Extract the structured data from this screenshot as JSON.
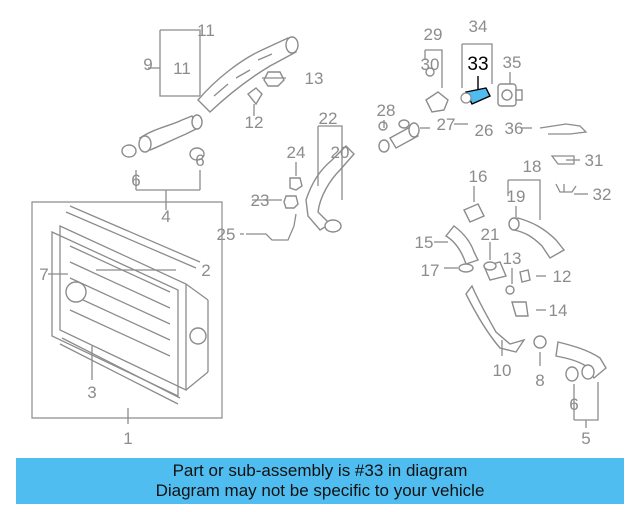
{
  "diagram": {
    "highlight_color": "#4fbdf0",
    "line_color": "#8c8c8c",
    "callouts": {
      "c1": "1",
      "c2": "2",
      "c3": "3",
      "c4": "4",
      "c5": "5",
      "c6a": "6",
      "c6b": "6",
      "c6c": "6",
      "c7": "7",
      "c8": "8",
      "c9": "9",
      "c10": "10",
      "c11a": "11",
      "c11b": "11",
      "c12a": "12",
      "c12b": "12",
      "c13a": "13",
      "c13b": "13",
      "c14": "14",
      "c15": "15",
      "c16": "16",
      "c17": "17",
      "c18": "18",
      "c19": "19",
      "c20": "20",
      "c21": "21",
      "c22": "22",
      "c23": "23",
      "c24": "24",
      "c25": "25",
      "c26": "26",
      "c27": "27",
      "c28": "28",
      "c29": "29",
      "c30": "30",
      "c31": "31",
      "c32": "32",
      "c33": "33",
      "c34": "34",
      "c35": "35",
      "c36": "36"
    }
  },
  "banner": {
    "line1": "Part or sub-assembly is #33 in diagram",
    "line2": "Diagram may not be specific to your vehicle"
  }
}
